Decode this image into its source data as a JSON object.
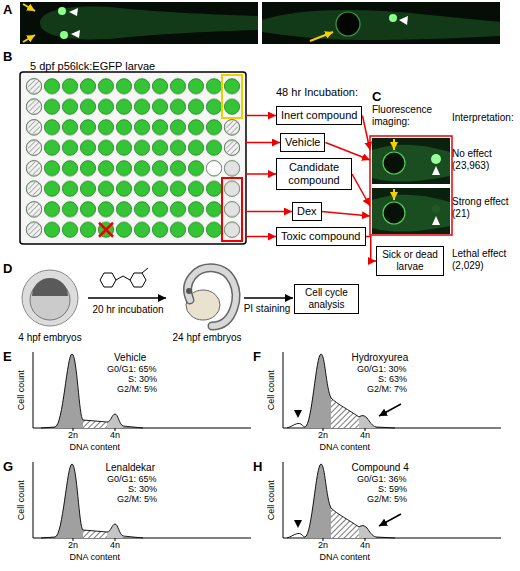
{
  "diagram": {
    "nodes": [
      {
        "text": [
          "5 dpf p56lck:EGFP larvae"
        ]
      },
      {
        "text": [
          "Inert compound"
        ]
      },
      {
        "text": [
          "Vehicle"
        ]
      },
      {
        "text": [
          "Candidate compound"
        ]
      },
      {
        "text": [
          "Dex"
        ]
      },
      {
        "text": [
          "Toxic compound"
        ]
      },
      {
        "text": [
          "Sick or dead larvae"
        ]
      },
      {
        "text": [
          "Cell cycle analysis"
        ]
      }
    ],
    "edges": [
      {
        "from": 0,
        "to": 1,
        "arrow": "to"
      },
      {
        "from": 0,
        "to": 2,
        "arrow": "to"
      },
      {
        "from": 0,
        "to": 3,
        "arrow": "to"
      },
      {
        "from": 0,
        "to": 4,
        "arrow": "to"
      },
      {
        "from": 0,
        "to": 5,
        "arrow": "to"
      },
      {
        "from": 5,
        "to": 6,
        "arrow": "to"
      }
    ],
    "labels": [
      "A",
      "B",
      "48 hr Incubation:",
      "C",
      "Fluorescence imaging:",
      "Interpretation:",
      "No effect (23,963)",
      "Strong effect (21)",
      "Lethal effect (2,029)",
      "D",
      "4 hpf embryos",
      "20 hr incubation",
      "24 hpf embryos",
      "PI staining",
      "E",
      "Vehicle",
      "G0/G1: 65%",
      "S: 30%",
      "G2/M: 5%",
      "Cell count",
      "2n",
      "4n",
      "DNA content",
      "F",
      "Hydroxyurea",
      "G0/G1: 30%",
      "S: 63%",
      "G2/M: 7%",
      "Cell count",
      "2n",
      "4n",
      "DNA content",
      "G",
      "Lenaldekar",
      "G0/G1: 65%",
      "S: 30%",
      "G2/M: 5%",
      "Cell count",
      "2n",
      "4n",
      "DNA content",
      "H",
      "Compound 4",
      "G0/G1: 36%",
      "S: 59%",
      "G2/M: 5%",
      "Cell count",
      "2n",
      "4n",
      "DNA content"
    ]
  }
}
